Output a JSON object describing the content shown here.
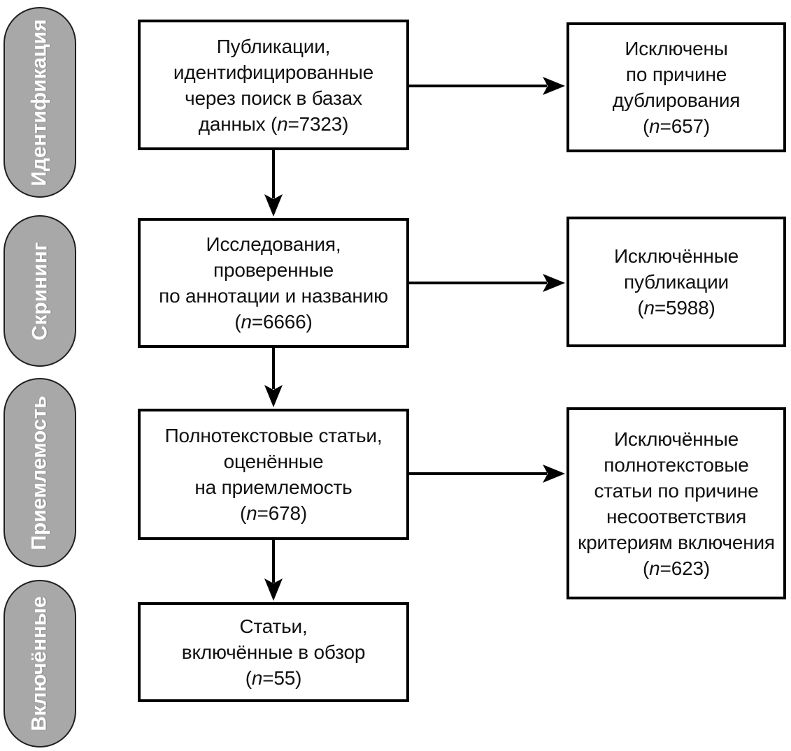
{
  "colors": {
    "stage_fill": "#a8a8a8",
    "stage_border": "#1f1f1f",
    "stage_text": "#ffffff",
    "box_fill": "#ffffff",
    "box_border": "#000000",
    "text": "#111111",
    "arrow": "#000000"
  },
  "stages": [
    {
      "label": "Идентификация"
    },
    {
      "label": "Скрининг"
    },
    {
      "label": "Приемлемость"
    },
    {
      "label": "Включённые"
    }
  ],
  "flow": {
    "main": [
      {
        "lines": [
          "Публикации,",
          "идентифицированные",
          "через поиск в базах"
        ],
        "count": {
          "pre": "данных (",
          "var": "n",
          "post": "=7323)"
        }
      },
      {
        "lines": [
          "Исследования,",
          "проверенные",
          "по аннотации и названию"
        ],
        "count": {
          "pre": "(",
          "var": "n",
          "post": "=6666)"
        }
      },
      {
        "lines": [
          "Полнотекстовые статьи,",
          "оценённые",
          "на приемлемость"
        ],
        "count": {
          "pre": "(",
          "var": "n",
          "post": "=678)"
        }
      },
      {
        "lines": [
          "Статьи,",
          "включённые в обзор"
        ],
        "count": {
          "pre": "(",
          "var": "n",
          "post": "=55)"
        }
      }
    ],
    "excluded": [
      {
        "lines": [
          "Исключены",
          "по причине",
          "дублирования"
        ],
        "count": {
          "pre": "(",
          "var": "n",
          "post": "=657)"
        }
      },
      {
        "lines": [
          "Исключённые",
          "публикации"
        ],
        "count": {
          "pre": "(",
          "var": "n",
          "post": "=5988)"
        }
      },
      {
        "lines": [
          "Исключённые",
          "полнотекстовые",
          "статьи по причине",
          "несоответствия",
          "критериям включения"
        ],
        "count": {
          "pre": "(",
          "var": "n",
          "post": "=623)"
        }
      }
    ]
  }
}
